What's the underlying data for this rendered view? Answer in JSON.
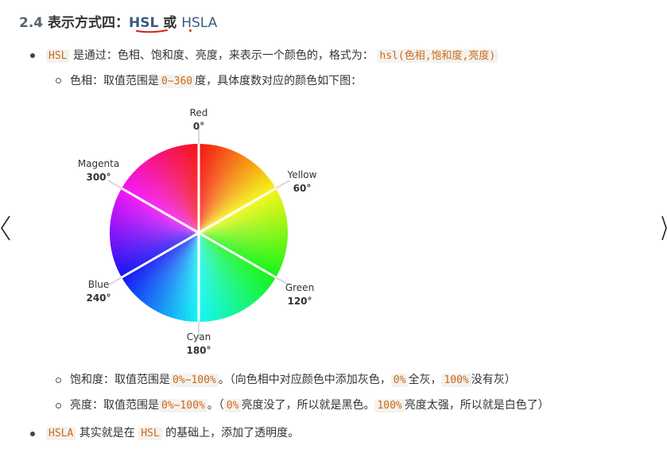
{
  "heading": {
    "number": "2.4",
    "title_prefix": "表示方式四：",
    "hsl": "HSL",
    "or": "或",
    "hsla": "HSLA"
  },
  "item1": {
    "code1": "HSL",
    "text1": "是通过：色相、饱和度、亮度，来表示一个颜色的，格式为：",
    "code2": "hsl(色相,饱和度,亮度)"
  },
  "hue": {
    "text1": "色相：取值范围是",
    "code1": "0~360",
    "text2": "度，具体度数对应的颜色如下图："
  },
  "wheel": {
    "red": {
      "name": "Red",
      "deg": "0°"
    },
    "yellow": {
      "name": "Yellow",
      "deg": "60°"
    },
    "green": {
      "name": "Green",
      "deg": "120°"
    },
    "cyan": {
      "name": "Cyan",
      "deg": "180°"
    },
    "blue": {
      "name": "Blue",
      "deg": "240°"
    },
    "magenta": {
      "name": "Magenta",
      "deg": "300°"
    }
  },
  "saturation": {
    "text1": "饱和度：取值范围是",
    "code1": "0%~100%",
    "text2": "。（向色相中对应颜色中添加灰色，",
    "code2": "0%",
    "text3": "全灰，",
    "code3": "100%",
    "text4": "没有灰）"
  },
  "lightness": {
    "text1": "亮度：取值范围是",
    "code1": "0%~100%",
    "text2": "。（",
    "code2": "0%",
    "text3": "亮度没了，所以就是黑色。",
    "code3": "100%",
    "text4": "亮度太强，所以就是白色了）"
  },
  "item2": {
    "code1": "HSLA",
    "text1": "其实就是在",
    "code2": "HSL",
    "text2": "的基础上，添加了透明度。"
  }
}
